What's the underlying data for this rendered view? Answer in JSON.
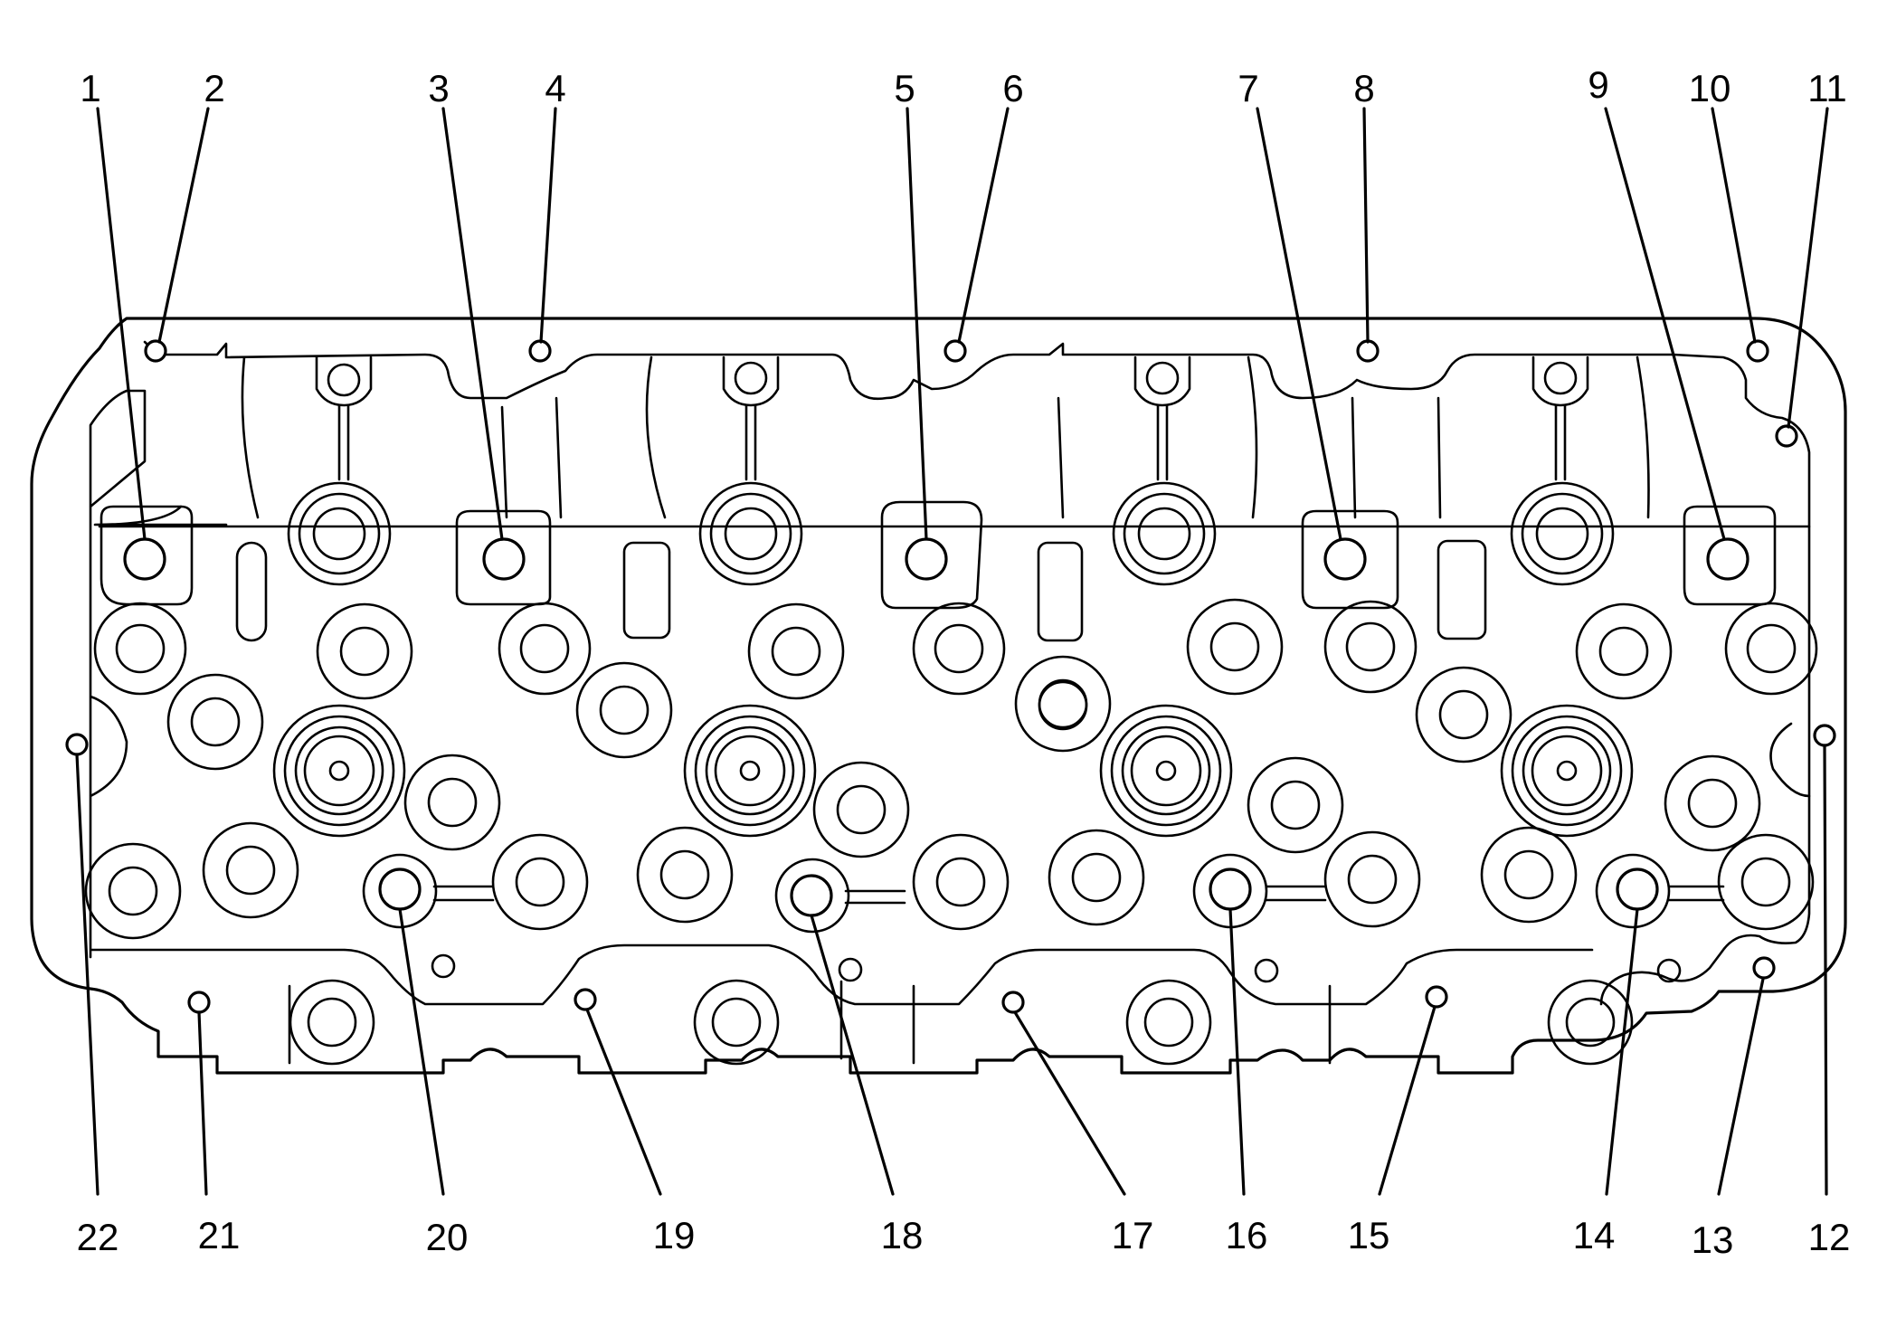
{
  "callouts": [
    {
      "id": "1",
      "text": "1"
    },
    {
      "id": "2",
      "text": "2"
    },
    {
      "id": "3",
      "text": "3"
    },
    {
      "id": "4",
      "text": "4"
    },
    {
      "id": "5",
      "text": "5"
    },
    {
      "id": "6",
      "text": "6"
    },
    {
      "id": "7",
      "text": "7"
    },
    {
      "id": "8",
      "text": "8"
    },
    {
      "id": "9",
      "text": "9"
    },
    {
      "id": "10",
      "text": "10"
    },
    {
      "id": "11",
      "text": "11"
    },
    {
      "id": "12",
      "text": "12"
    },
    {
      "id": "13",
      "text": "13"
    },
    {
      "id": "14",
      "text": "14"
    },
    {
      "id": "15",
      "text": "15"
    },
    {
      "id": "16",
      "text": "16"
    },
    {
      "id": "17",
      "text": "17"
    },
    {
      "id": "18",
      "text": "18"
    },
    {
      "id": "19",
      "text": "19"
    },
    {
      "id": "20",
      "text": "20"
    },
    {
      "id": "21",
      "text": "21"
    },
    {
      "id": "22",
      "text": "22"
    }
  ],
  "colors": {
    "line": "#000000",
    "background": "#ffffff"
  }
}
